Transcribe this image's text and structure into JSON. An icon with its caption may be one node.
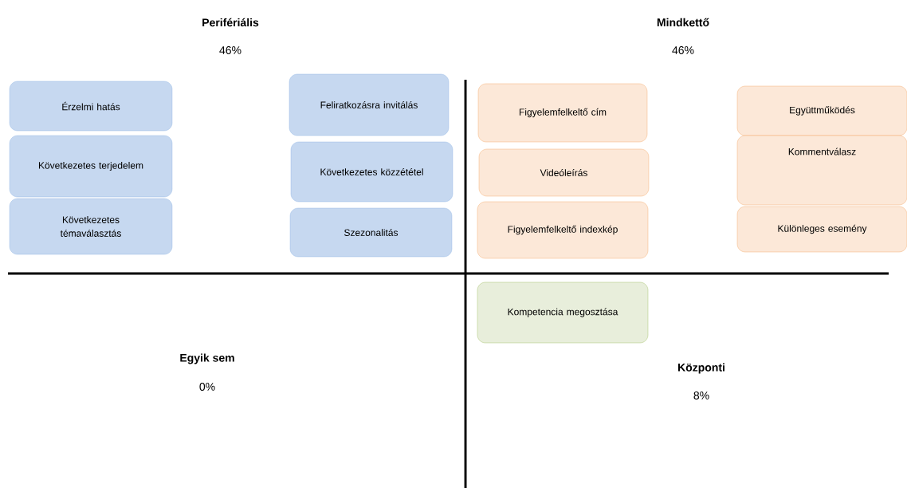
{
  "diagram": {
    "nodes": [
      {
        "text": [
          "Érzelmi hatás"
        ]
      },
      {
        "text": [
          "Következetes terjedelem"
        ]
      },
      {
        "text": [
          "Következetes témaválasztás"
        ]
      },
      {
        "text": [
          "Feliratkozásra invitálás"
        ]
      },
      {
        "text": [
          "Következetes közzététel"
        ]
      },
      {
        "text": [
          "Szezonalitás"
        ]
      },
      {
        "text": [
          "Figyelemfelkeltő cím"
        ]
      },
      {
        "text": [
          "Videóleírás"
        ]
      },
      {
        "text": [
          "Figyelemfelkeltő indexkép"
        ]
      },
      {
        "text": [
          "Együttműködés"
        ]
      },
      {
        "text": [
          "Kommentválasz"
        ]
      },
      {
        "text": [
          "Különleges esemény"
        ]
      },
      {
        "text": [
          "Kompetencia megosztása"
        ]
      }
    ],
    "labels": [
      "Perifériális",
      "46%",
      "Mindkettő",
      "46%",
      "Egyik sem",
      "0%",
      "Központi",
      "8%"
    ]
  }
}
